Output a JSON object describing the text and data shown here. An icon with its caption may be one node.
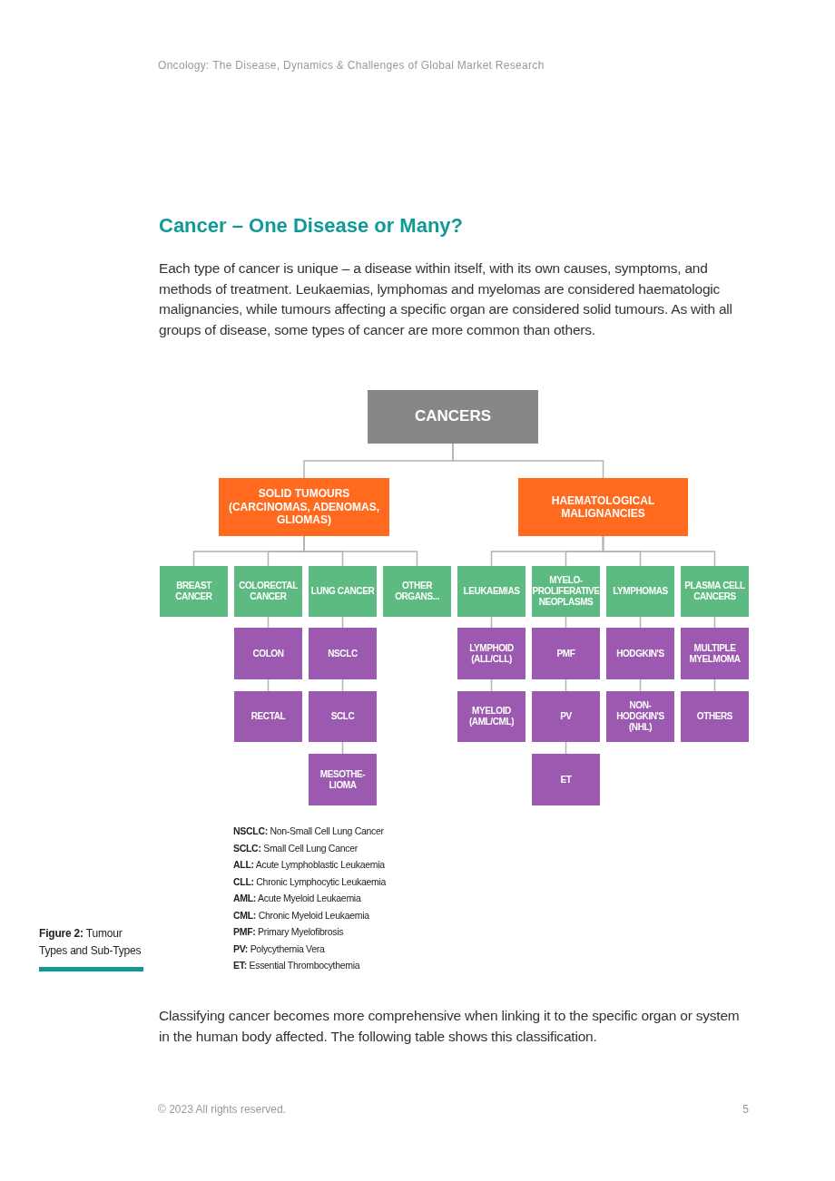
{
  "diagram": {
    "title": "Cancer – One Disease or Many?",
    "caption": "**Figure 2:** Tumour Types and Sub-Types",
    "nodes": [
      {
        "text": [
          "CANCERS"
        ]
      },
      {
        "text": [
          "SOLID TUMOURS (CARCINOMAS, ADENOMAS, GLIOMAS)"
        ]
      },
      {
        "text": [
          "HAEMATOLOGICAL MALIGNANCIES"
        ]
      },
      {
        "text": [
          "BREAST CANCER"
        ]
      },
      {
        "text": [
          "COLORECTAL CANCER"
        ]
      },
      {
        "text": [
          "LUNG CANCER"
        ]
      },
      {
        "text": [
          "OTHER ORGANS..."
        ]
      },
      {
        "text": [
          "LEUKAEMIAS"
        ]
      },
      {
        "text": [
          "MYELO- PROLIFERATIVE NEOPLASMS"
        ]
      },
      {
        "text": [
          "LYMPHOMAS"
        ]
      },
      {
        "text": [
          "PLASMA CELL CANCERS"
        ]
      },
      {
        "text": [
          "COLON"
        ]
      },
      {
        "text": [
          "NSCLC"
        ]
      },
      {
        "text": [
          "LYMPHOID (ALL/CLL)"
        ]
      },
      {
        "text": [
          "PMF"
        ]
      },
      {
        "text": [
          "HODGKIN'S"
        ]
      },
      {
        "text": [
          "MULTIPLE MYELMOMA"
        ]
      },
      {
        "text": [
          "RECTAL"
        ]
      },
      {
        "text": [
          "SCLC"
        ]
      },
      {
        "text": [
          "MYELOID (AML/CML)"
        ]
      },
      {
        "text": [
          "PV"
        ]
      },
      {
        "text": [
          "NON- HODGKIN'S (NHL)"
        ]
      },
      {
        "text": [
          "OTHERS"
        ]
      },
      {
        "text": [
          "MESOTHE- LIOMA"
        ]
      },
      {
        "text": [
          "ET"
        ]
      }
    ],
    "edges": [
      {
        "from": 0,
        "to": 1,
        "arrow": "none"
      },
      {
        "from": 0,
        "to": 2,
        "arrow": "none"
      },
      {
        "from": 1,
        "to": 3,
        "arrow": "none"
      },
      {
        "from": 1,
        "to": 4,
        "arrow": "none"
      },
      {
        "from": 1,
        "to": 5,
        "arrow": "none"
      },
      {
        "from": 1,
        "to": 6,
        "arrow": "none"
      },
      {
        "from": 2,
        "to": 7,
        "arrow": "none"
      },
      {
        "from": 2,
        "to": 8,
        "arrow": "none"
      },
      {
        "from": 2,
        "to": 9,
        "arrow": "none"
      },
      {
        "from": 2,
        "to": 10,
        "arrow": "none"
      },
      {
        "from": 4,
        "to": 11,
        "arrow": "none"
      },
      {
        "from": 11,
        "to": 17,
        "arrow": "none"
      },
      {
        "from": 5,
        "to": 12,
        "arrow": "none"
      },
      {
        "from": 12,
        "to": 18,
        "arrow": "none"
      },
      {
        "from": 18,
        "to": 23,
        "arrow": "none"
      },
      {
        "from": 7,
        "to": 13,
        "arrow": "none"
      },
      {
        "from": 13,
        "to": 19,
        "arrow": "none"
      },
      {
        "from": 8,
        "to": 14,
        "arrow": "none"
      },
      {
        "from": 14,
        "to": 20,
        "arrow": "none"
      },
      {
        "from": 20,
        "to": 24,
        "arrow": "none"
      },
      {
        "from": 9,
        "to": 15,
        "arrow": "none"
      },
      {
        "from": 15,
        "to": 21,
        "arrow": "none"
      },
      {
        "from": 10,
        "to": 16,
        "arrow": "none"
      },
      {
        "from": 16,
        "to": 22,
        "arrow": "none"
      }
    ],
    "labels": [
      "Oncology: The Disease, Dynamics & Challenges of Global Market Research",
      "Each type of cancer is unique – a disease within itself, with its own causes, symptoms, and methods of treatment. Leukaemias, lymphomas and myelomas are considered haematologic malignancies, while tumours affecting a specific organ are considered solid tumours. As with all groups of disease, some types of cancer are more common than others.",
      "**NSCLC:** Non-Small Cell Lung Cancer",
      "**SCLC:** Small Cell Lung Cancer",
      "**ALL:** Acute Lymphoblastic Leukaemia",
      "**CLL:** Chronic Lymphocytic Leukaemia",
      "**AML:** Acute Myeloid Leukaemia",
      "**CML:** Chronic Myeloid Leukaemia",
      "**PMF:** Primary Myelofibrosis",
      "**PV:** Polycythemia Vera",
      "**ET:** Essential Thrombocythemia",
      "Classifying cancer becomes more comprehensive when linking it to the specific organ or system in the human body affected. The following table shows this classification.",
      "© 2023 All rights reserved.",
      "5"
    ]
  }
}
